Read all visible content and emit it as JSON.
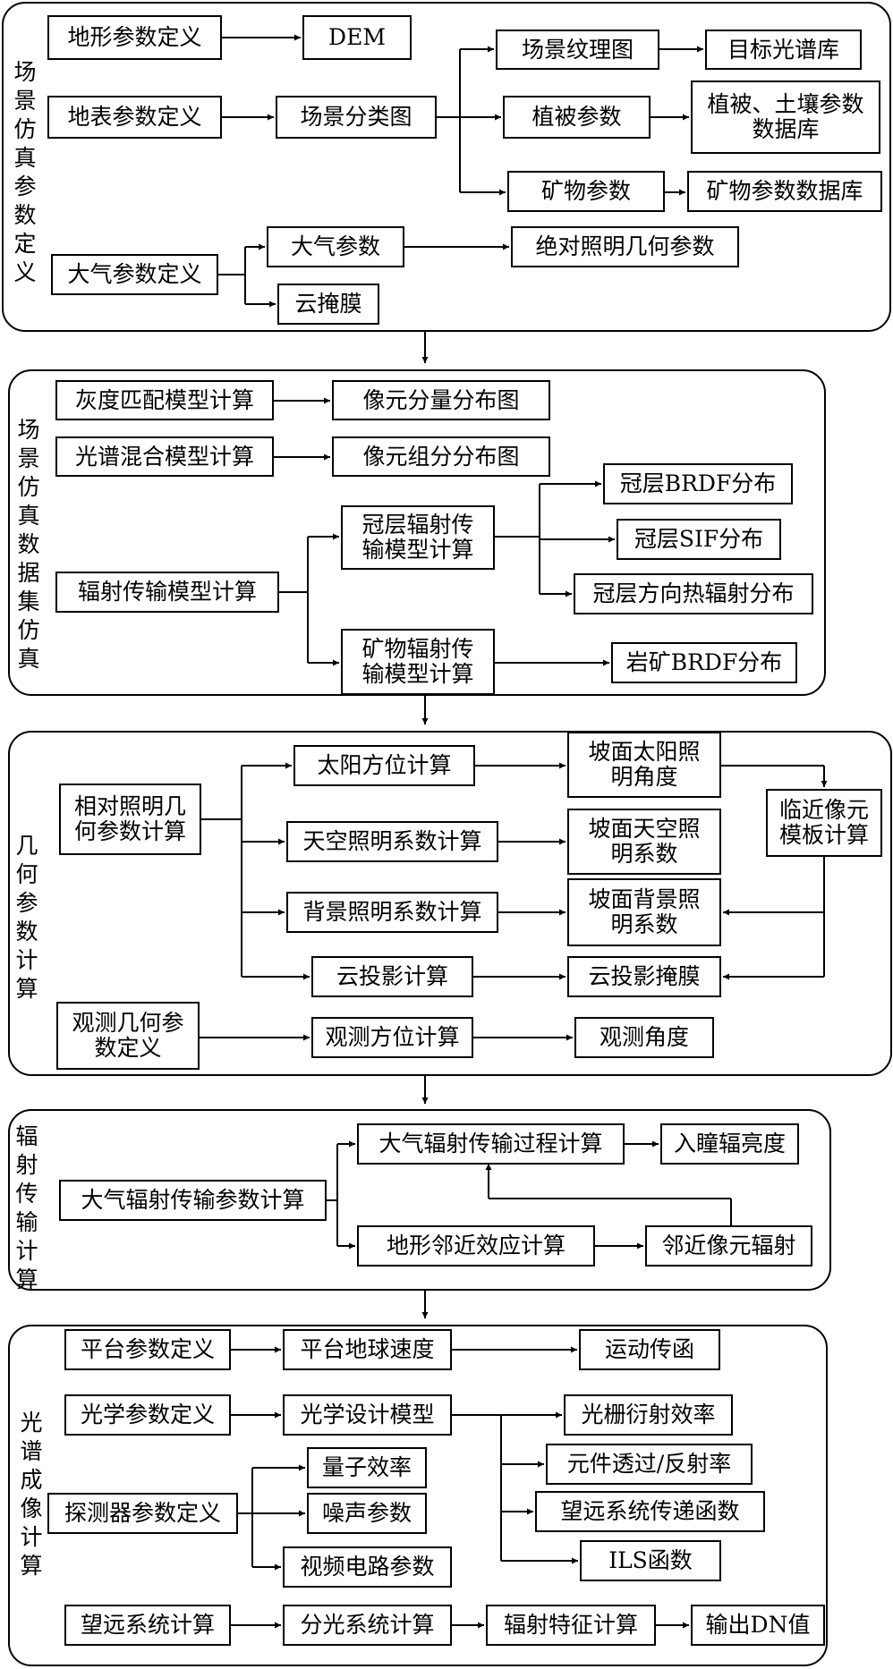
{
  "sections": {
    "s1": {
      "title": "场景仿真参数定义"
    },
    "s2": {
      "title": "场景仿真数据集仿真"
    },
    "s3": {
      "title": "几何参数计算"
    },
    "s4": {
      "title": "辐射传输计算"
    },
    "s5": {
      "title": "光谱成像计算"
    }
  },
  "nodes": {
    "terrain_def": "地形参数定义",
    "dem": "DEM",
    "surface_def": "地表参数定义",
    "scene_class": "场景分类图",
    "scene_texture": "场景纹理图",
    "target_spectral_lib": "目标光谱库",
    "veg_params": "植被参数",
    "veg_soil_db": [
      "植被、土壤参数",
      "数据库"
    ],
    "mineral_params": "矿物参数",
    "mineral_db": "矿物参数数据库",
    "atmo_def": "大气参数定义",
    "atmo_params": "大气参数",
    "abs_illum_geo": "绝对照明几何参数",
    "cloud_mask": "云掩膜",
    "gray_match": "灰度匹配模型计算",
    "pixel_component_map": "像元分量分布图",
    "spectral_mix": "光谱混合模型计算",
    "pixel_group_map": "像元组分分布图",
    "rt_model": "辐射传输模型计算",
    "canopy_rt": [
      "冠层辐射传",
      "输模型计算"
    ],
    "canopy_brdf": "冠层BRDF分布",
    "canopy_sif": "冠层SIF分布",
    "canopy_thermal": "冠层方向热辐射分布",
    "mineral_rt": [
      "矿物辐射传",
      "输模型计算"
    ],
    "rock_brdf": "岩矿BRDF分布",
    "rel_illum": [
      "相对照明几",
      "何参数计算"
    ],
    "sun_az": "太阳方位计算",
    "slope_sun": [
      "坡面太阳照",
      "明角度"
    ],
    "neighbor_template": [
      "临近像元",
      "模板计算"
    ],
    "sky_illum": "天空照明系数计算",
    "slope_sky": [
      "坡面天空照",
      "明系数"
    ],
    "bg_illum": "背景照明系数计算",
    "slope_bg": [
      "坡面背景照",
      "明系数"
    ],
    "cloud_proj": "云投影计算",
    "cloud_proj_mask": "云投影掩膜",
    "obs_geo_def": [
      "观测几何参",
      "数定义"
    ],
    "obs_az": "观测方位计算",
    "obs_angle": "观测角度",
    "atmo_rt_params": "大气辐射传输参数计算",
    "atmo_rt_process": "大气辐射传输过程计算",
    "entrance_radiance": "入瞳辐亮度",
    "terrain_adj": "地形邻近效应计算",
    "neighbor_rad": "邻近像元辐射",
    "platform_def": "平台参数定义",
    "platform_speed": "平台地球速度",
    "motion_mtf": "运动传函",
    "optical_def": "光学参数定义",
    "optical_design": "光学设计模型",
    "grating_eff": "光栅衍射效率",
    "element_trans": "元件透过/反射率",
    "telescope_mtf": "望远系统传递函数",
    "ils": "ILS函数",
    "detector_def": "探测器参数定义",
    "qe": "量子效率",
    "noise": "噪声参数",
    "video_circuit": "视频电路参数",
    "telescope_calc": "望远系统计算",
    "spectro_calc": "分光系统计算",
    "rad_feature": "辐射特征计算",
    "output_dn": "输出DN值"
  }
}
